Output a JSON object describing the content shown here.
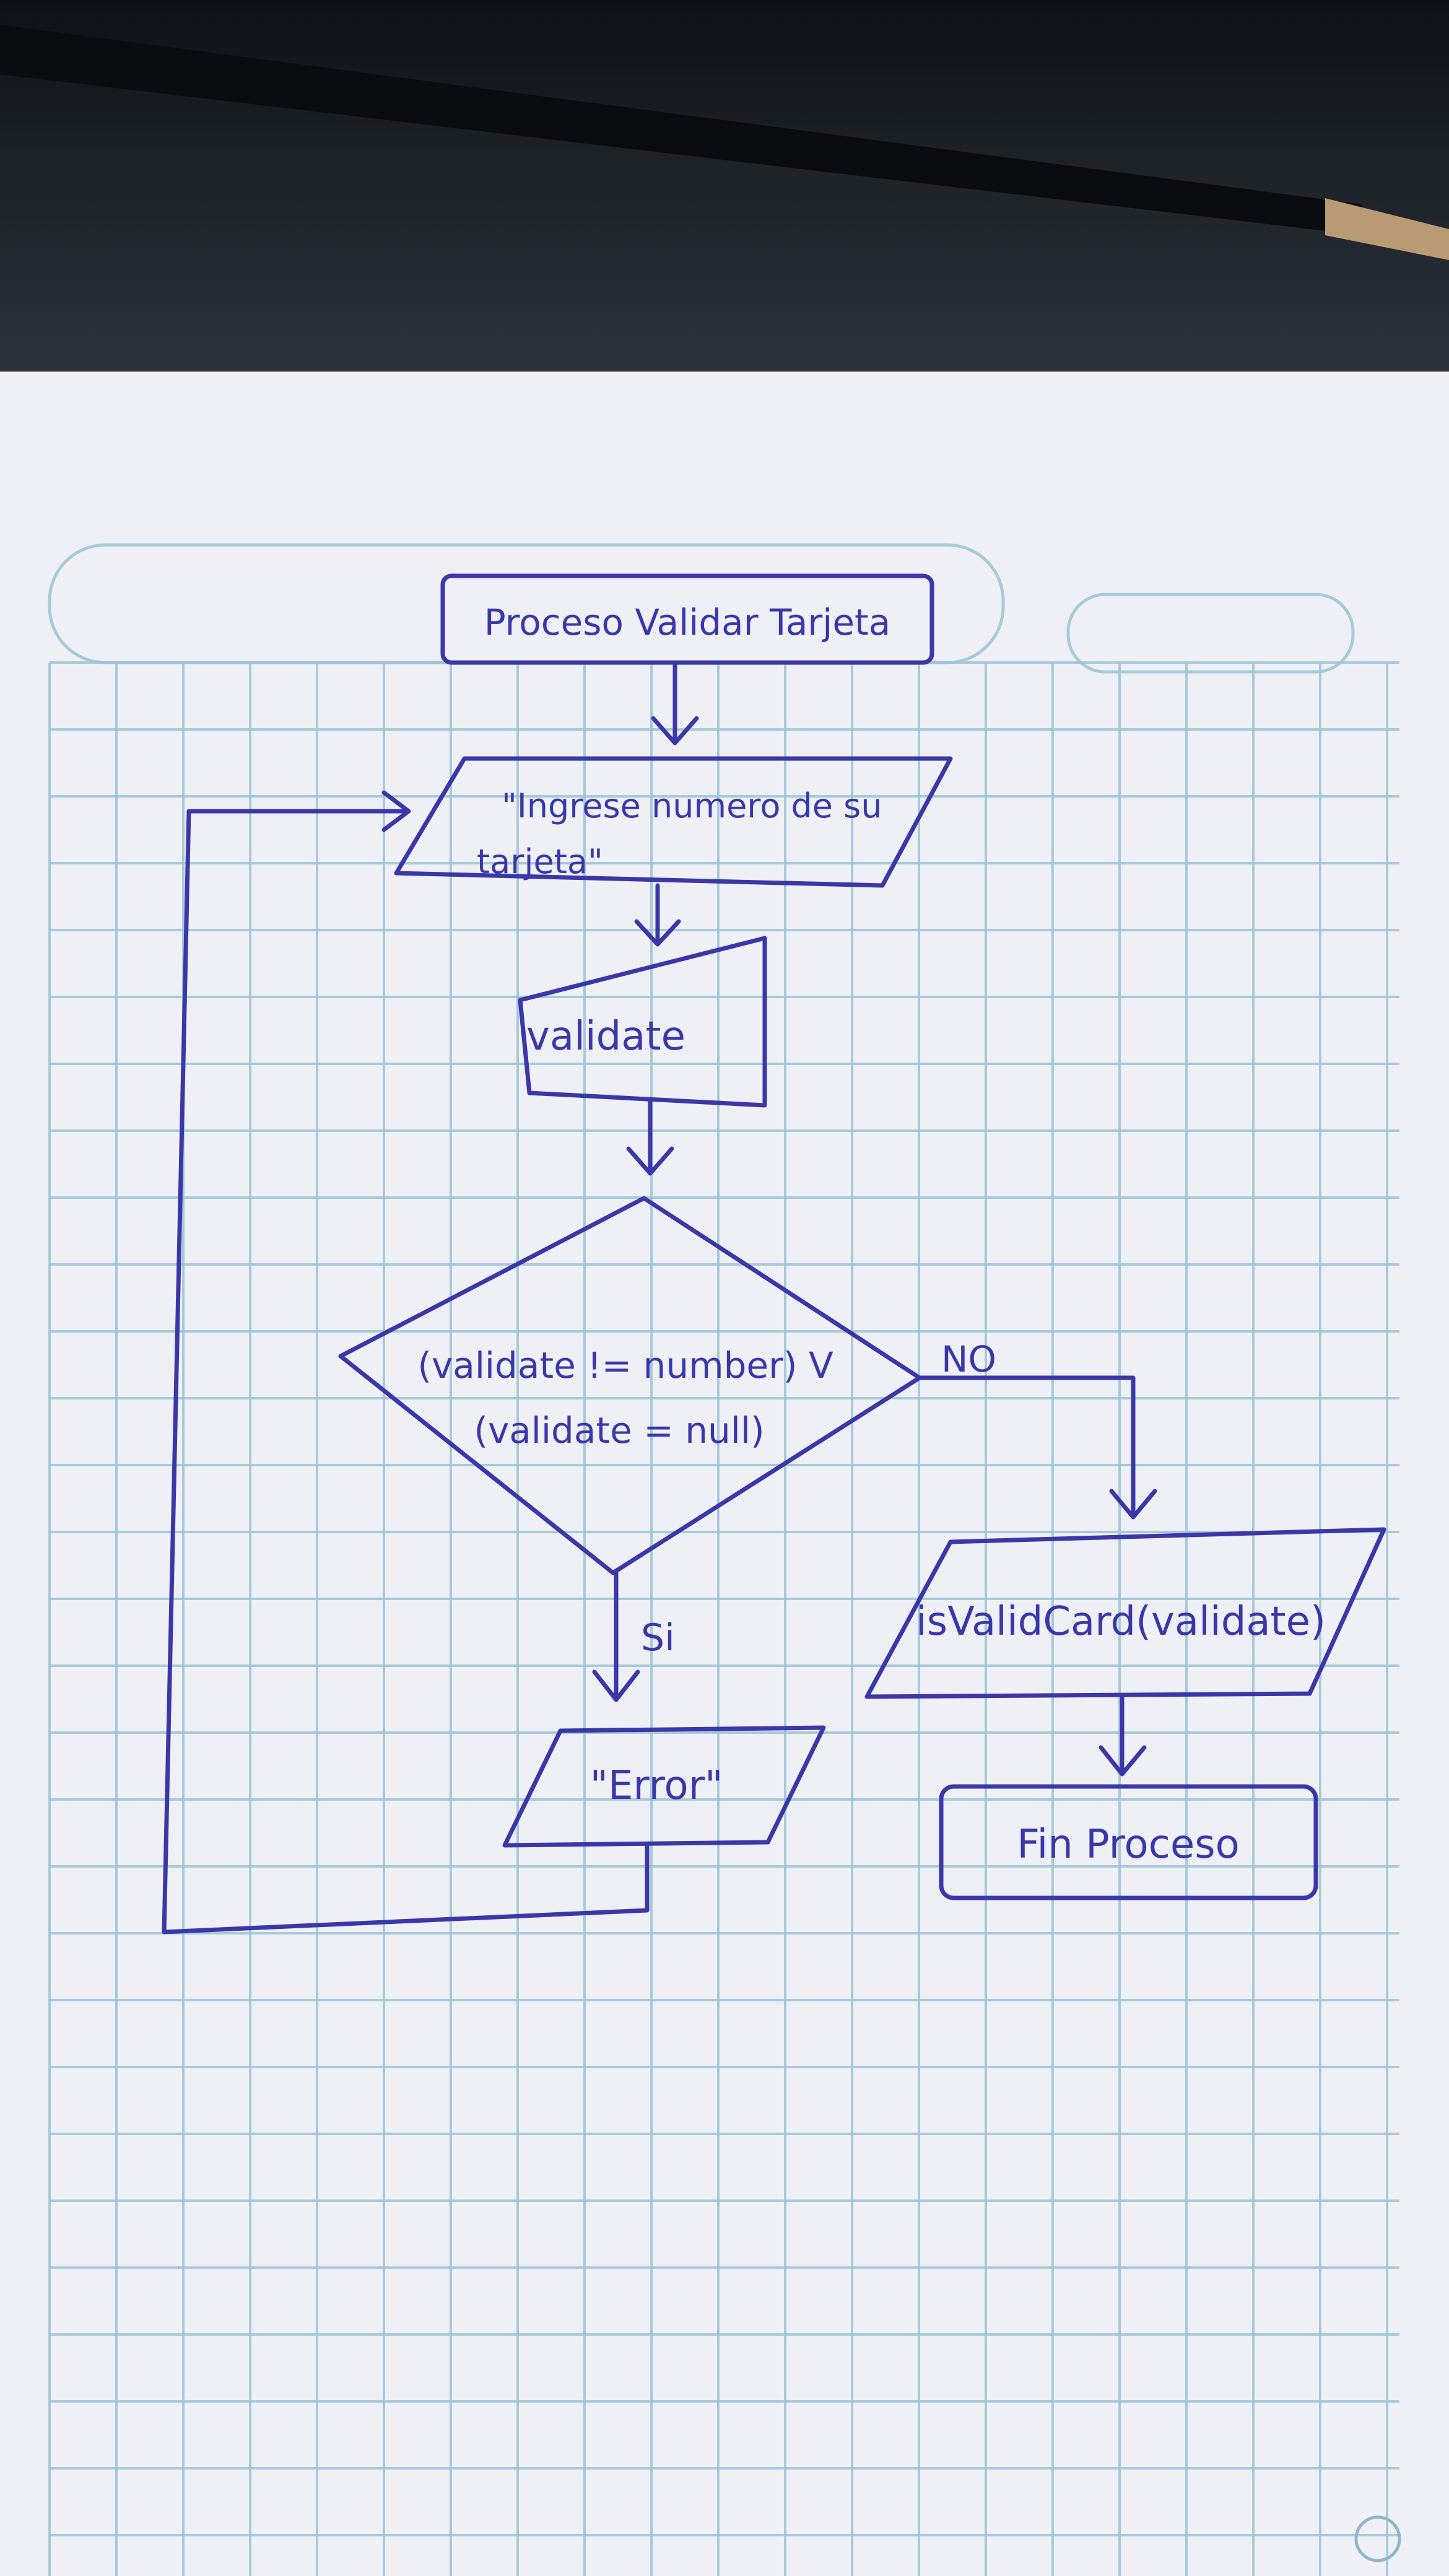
{
  "diagram": {
    "start": "Proceso Validar Tarjeta",
    "input_prompt_line1": "\"Ingrese numero de su",
    "input_prompt_line2": "tarjeta\"",
    "manual_input": "validate",
    "decision_line1": "(validate != number) V",
    "decision_line2": "(validate = null)",
    "yes_label": "Si",
    "no_label": "NO",
    "error_output": "\"Error\"",
    "process_call": "isValidCard(validate)",
    "end": "Fin Proceso"
  },
  "colors": {
    "ink": "#3b37a8",
    "grid": "#9cc3d6",
    "paper": "#eef0f6",
    "desk": "#1d2228"
  }
}
